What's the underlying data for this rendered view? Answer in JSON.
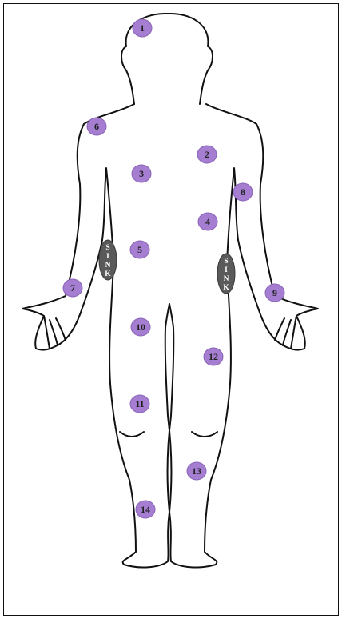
{
  "colors": {
    "outline": "#111111",
    "marker_fill": "#a57ed1",
    "marker_stroke": "#8a64b8",
    "marker_text": "#222222",
    "sink_fill": "#5a5a5a",
    "sink_stroke": "#3a3a3a",
    "sink_text": "#ffffff"
  },
  "figure": {
    "subject": "human-body-front-outline"
  },
  "markers": [
    {
      "label": "1"
    },
    {
      "label": "2"
    },
    {
      "label": "3"
    },
    {
      "label": "4"
    },
    {
      "label": "5"
    },
    {
      "label": "6"
    },
    {
      "label": "7"
    },
    {
      "label": "8"
    },
    {
      "label": "9"
    },
    {
      "label": "10"
    },
    {
      "label": "11"
    },
    {
      "label": "12"
    },
    {
      "label": "13"
    },
    {
      "label": "14"
    }
  ],
  "sinks": [
    {
      "letters": [
        "S",
        "I",
        "N",
        "K"
      ]
    },
    {
      "letters": [
        "S",
        "I",
        "N",
        "K"
      ]
    }
  ]
}
